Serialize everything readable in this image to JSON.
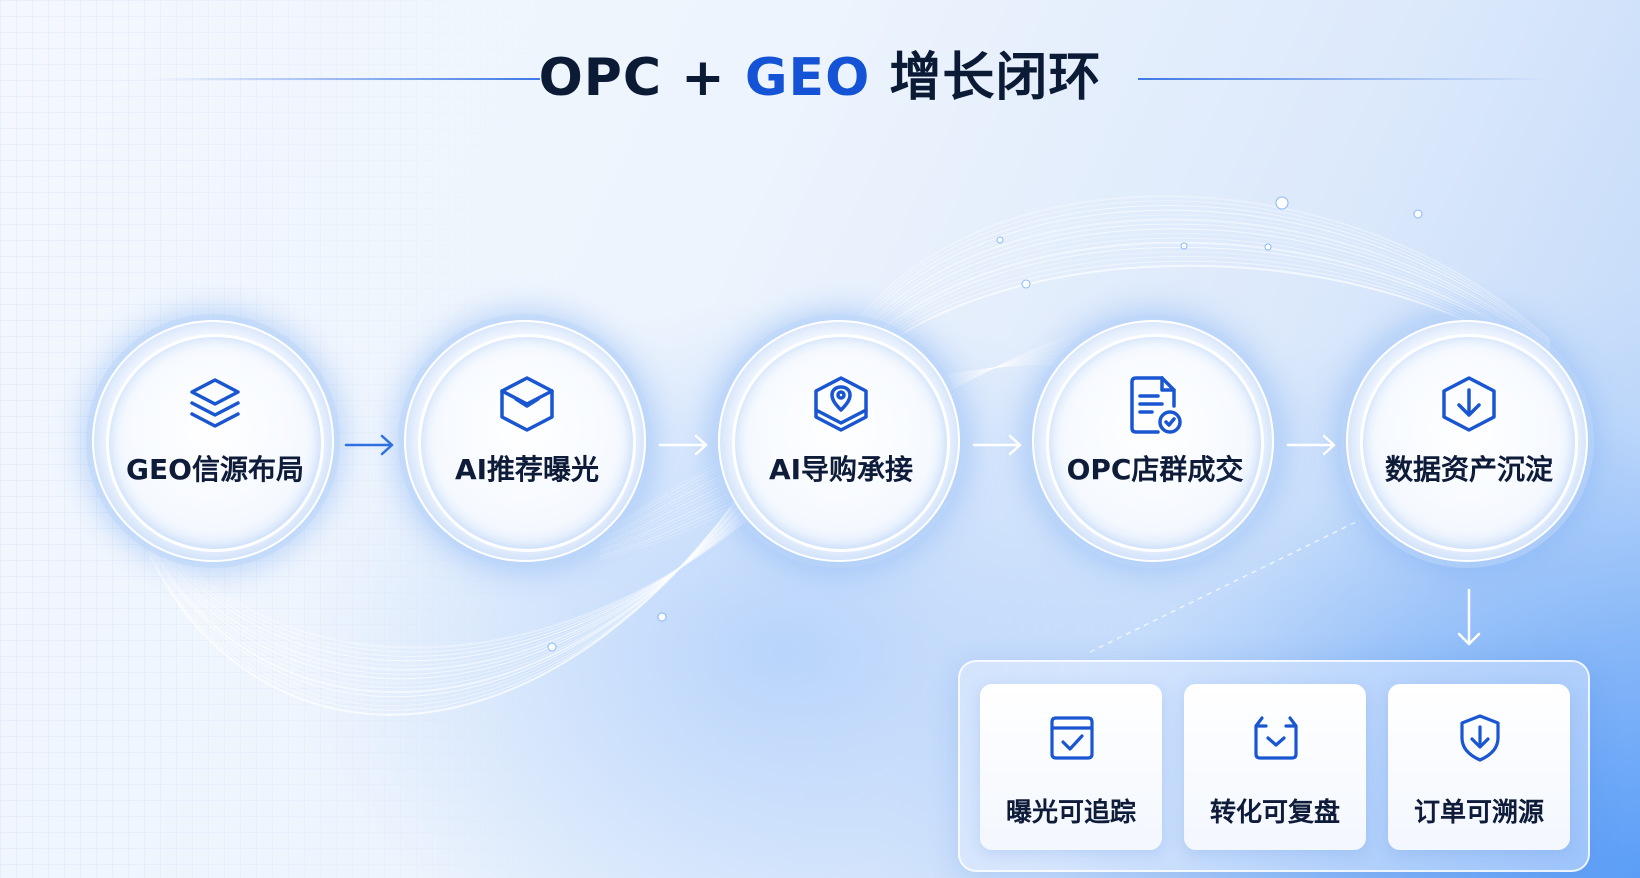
{
  "title": {
    "prefix": "OPC + ",
    "highlight": "GEO",
    "suffix": " 增长闭环"
  },
  "colors": {
    "accent": "#1553d6",
    "text": "#0b1a35",
    "icon": "#1a56d1"
  },
  "flow": {
    "nodes": [
      {
        "label": "GEO信源布局",
        "icon": "stacked-layers-icon"
      },
      {
        "label": "AI推荐曝光",
        "icon": "cube-chevron-icon"
      },
      {
        "label": "AI导购承接",
        "icon": "hexagon-location-pin-icon"
      },
      {
        "label": "OPC店群成交",
        "icon": "document-check-icon"
      },
      {
        "label": "数据资产沉淀",
        "icon": "hexagon-download-icon"
      }
    ],
    "outcomes": [
      {
        "label": "曝光可追踪",
        "icon": "folder-check-icon"
      },
      {
        "label": "转化可复盘",
        "icon": "inbox-check-icon"
      },
      {
        "label": "订单可溯源",
        "icon": "shield-download-icon"
      }
    ]
  }
}
